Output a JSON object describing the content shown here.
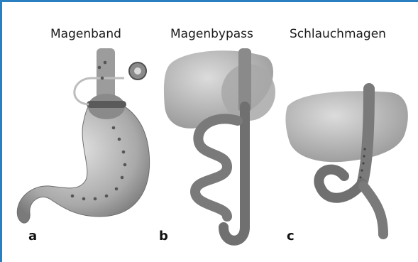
{
  "panels": [
    {
      "title": "Magenband",
      "letter": "a"
    },
    {
      "title": "Magenbypass",
      "letter": "b"
    },
    {
      "title": "Schlauchmagen",
      "letter": "c"
    }
  ],
  "colors": {
    "frame": "#2a7fc1",
    "organ_light": "#c9c9c9",
    "organ_dark": "#6e6e6e",
    "dots": "#555555"
  }
}
